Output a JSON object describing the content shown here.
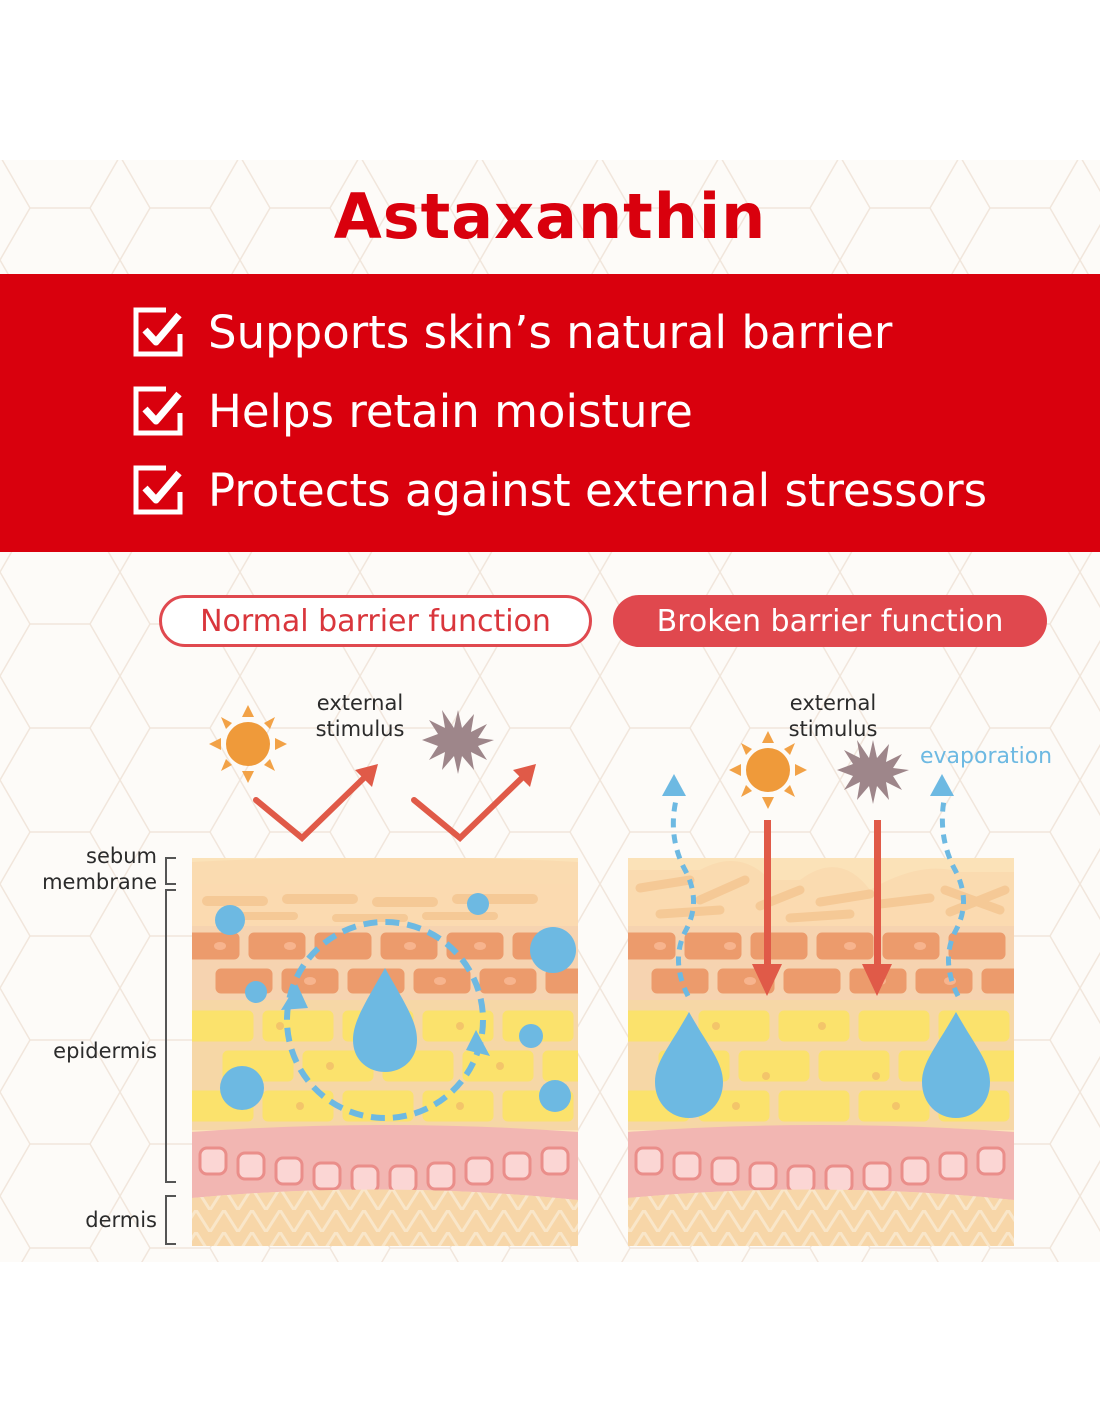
{
  "title": "Astaxanthin",
  "benefits": [
    {
      "label": "Supports skin’s natural barrier",
      "icon": "checkbox-checked-icon"
    },
    {
      "label": "Helps retain moisture",
      "icon": "checkbox-checked-icon"
    },
    {
      "label": "Protects against external stressors",
      "icon": "checkbox-checked-icon"
    }
  ],
  "panels": {
    "normal": {
      "label": "Normal barrier function"
    },
    "broken": {
      "label": "Broken barrier function"
    }
  },
  "annotations": {
    "external_stimulus_line1": "external",
    "external_stimulus_line2": "stimulus",
    "evaporation": "evaporation"
  },
  "layers": {
    "sebum_line1": "sebum",
    "sebum_line2": "membrane",
    "epidermis": "epidermis",
    "dermis": "dermis"
  },
  "colors": {
    "brand_red": "#d9000d",
    "arrow_red": "#e05a48",
    "water_blue": "#6db9e2",
    "sun_orange": "#ef9a3a"
  }
}
